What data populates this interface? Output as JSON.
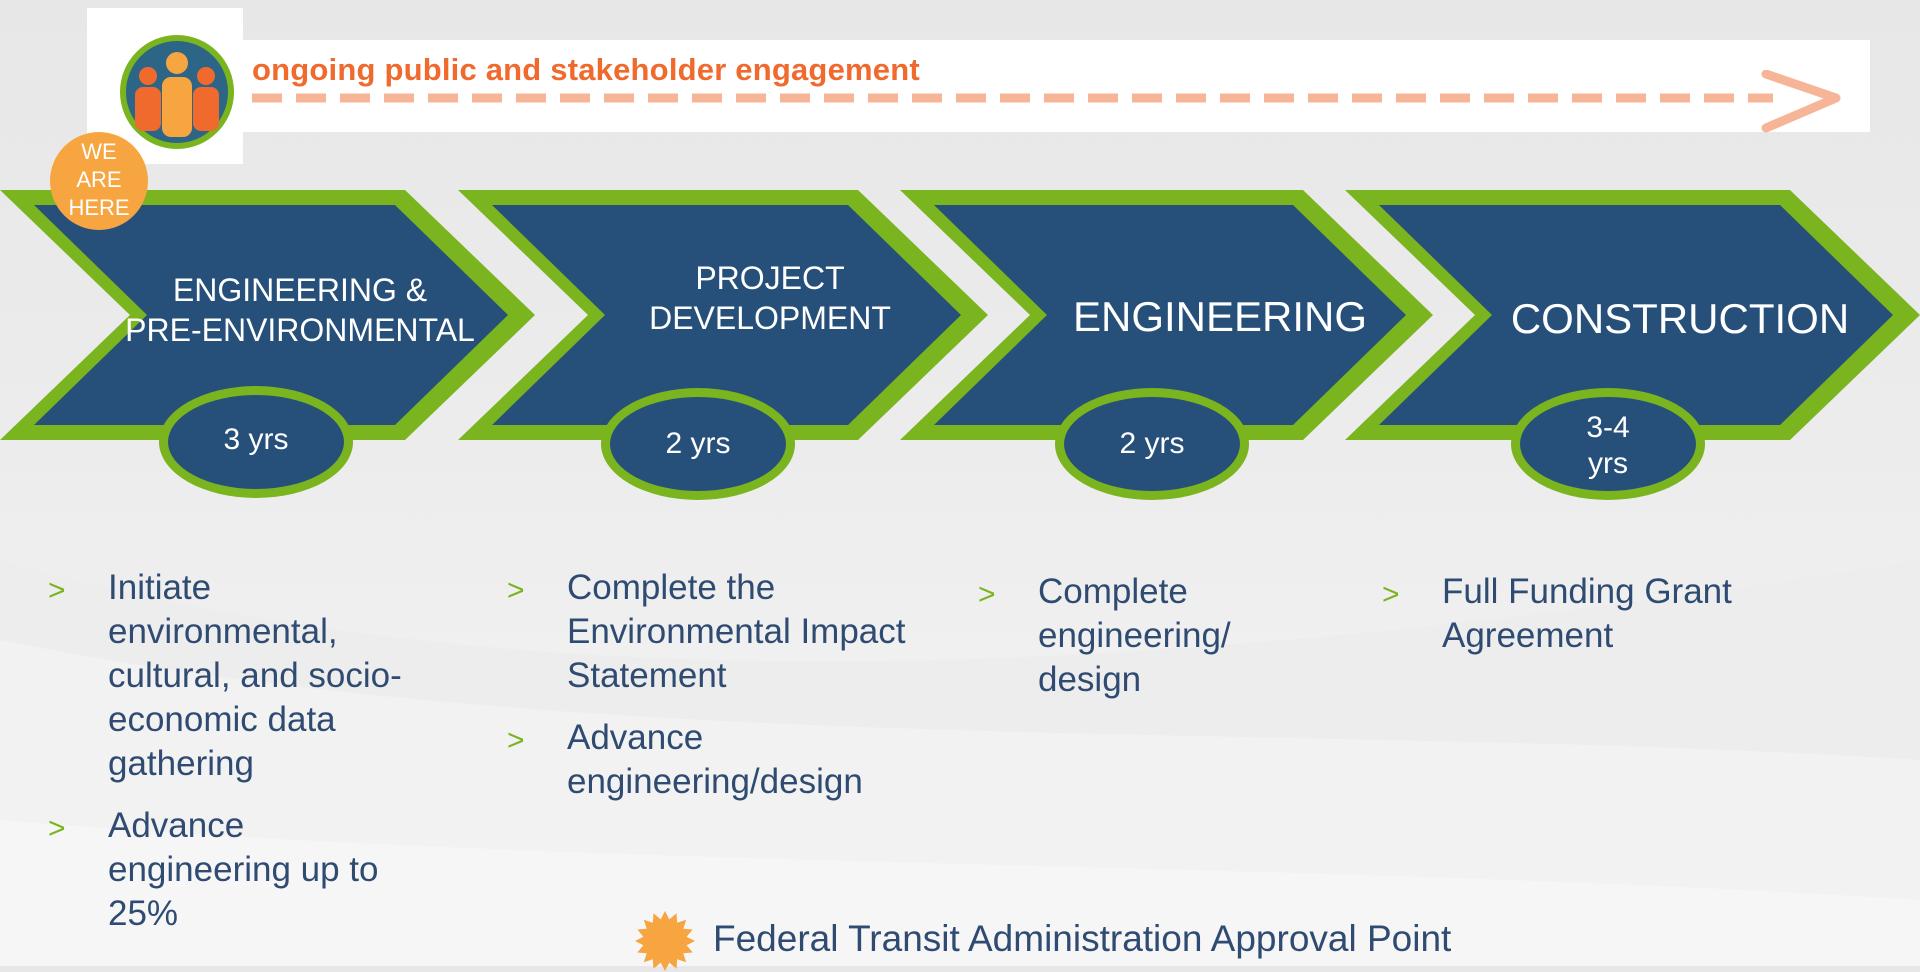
{
  "engagement": {
    "title": "ongoing public and stakeholder engagement"
  },
  "badge": {
    "lines": [
      "WE",
      "ARE",
      "HERE"
    ]
  },
  "phases": [
    {
      "lines": [
        "ENGINEERING &",
        "PRE-ENVIRONMENTAL"
      ],
      "duration": [
        "3 yrs"
      ]
    },
    {
      "lines": [
        "PROJECT",
        "DEVELOPMENT"
      ],
      "duration": [
        "2 yrs"
      ]
    },
    {
      "lines": [
        "ENGINEERING"
      ],
      "duration": [
        "2 yrs"
      ]
    },
    {
      "lines": [
        "CONSTRUCTION"
      ],
      "duration": [
        "3-4",
        "yrs"
      ]
    }
  ],
  "tasks": [
    {
      "items": [
        "Initiate environmental, cultural, and socio-economic data gathering",
        "Advance engineering up to 25%"
      ]
    },
    {
      "items": [
        "Complete the Environmental Impact Statement",
        "Advance engineering/design"
      ]
    },
    {
      "items": [
        "Complete engineering/ design"
      ]
    },
    {
      "items": [
        "Full Funding Grant Agreement"
      ]
    }
  ],
  "bullet_marker": ">",
  "legend": {
    "label": "Federal Transit Administration Approval Point",
    "icon": "starburst-icon"
  },
  "colors": {
    "chevron_fill": "#26507a",
    "chevron_border": "#7ab41e",
    "engagement_text": "#ef6a2c",
    "engagement_arrow": "#f7b597",
    "badge": "#f7a540",
    "body_text": "#2f4b72"
  }
}
